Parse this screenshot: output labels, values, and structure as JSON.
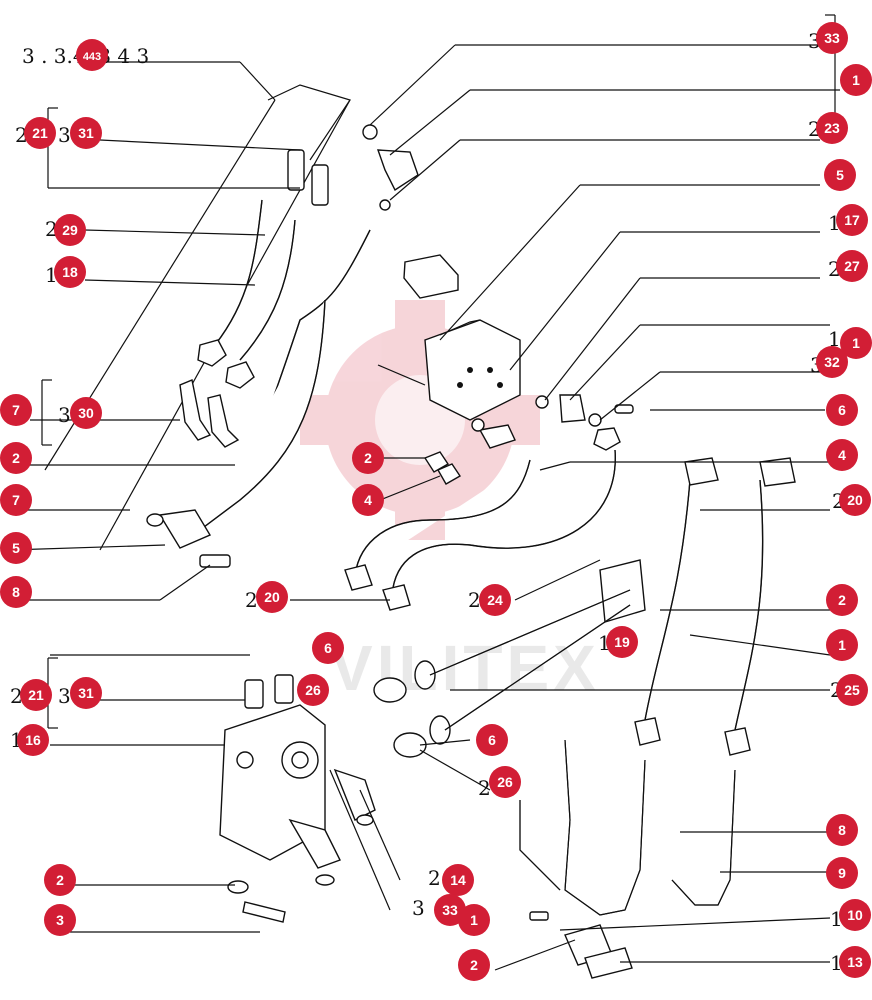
{
  "diagram": {
    "header_text": "3 . 3.443 4 3",
    "watermark_text": "VILITEX",
    "accent_color": "#d21e35",
    "callouts": [
      {
        "id": "c33-top",
        "label": "33"
      },
      {
        "id": "c1-top",
        "label": "1"
      },
      {
        "id": "c23",
        "label": "23"
      },
      {
        "id": "c5",
        "label": "5"
      },
      {
        "id": "c17",
        "label": "17"
      },
      {
        "id": "c27",
        "label": "27"
      },
      {
        "id": "c11",
        "label": "1"
      },
      {
        "id": "c32",
        "label": "32"
      },
      {
        "id": "c6a",
        "label": "6"
      },
      {
        "id": "c4a",
        "label": "4"
      },
      {
        "id": "c20a",
        "label": "20"
      },
      {
        "id": "c2a",
        "label": "2"
      },
      {
        "id": "c1a",
        "label": "1"
      },
      {
        "id": "c25",
        "label": "25"
      },
      {
        "id": "c6c",
        "label": "6"
      },
      {
        "id": "c8",
        "label": "8"
      },
      {
        "id": "c9",
        "label": "9"
      },
      {
        "id": "c10",
        "label": "10"
      },
      {
        "id": "c13",
        "label": "13"
      },
      {
        "id": "c21a",
        "label": "21"
      },
      {
        "id": "c31a",
        "label": "31"
      },
      {
        "id": "c29",
        "label": "29"
      },
      {
        "id": "c18",
        "label": "18"
      },
      {
        "id": "c7a",
        "label": "7"
      },
      {
        "id": "c30",
        "label": "30"
      },
      {
        "id": "c2b",
        "label": "2"
      },
      {
        "id": "c2c",
        "label": "2"
      },
      {
        "id": "c4b",
        "label": "4"
      },
      {
        "id": "c7b",
        "label": "7"
      },
      {
        "id": "c5b",
        "label": "5"
      },
      {
        "id": "c8b",
        "label": "8"
      },
      {
        "id": "c20b",
        "label": "20"
      },
      {
        "id": "c24",
        "label": "24"
      },
      {
        "id": "c19",
        "label": "19"
      },
      {
        "id": "c6b",
        "label": "6"
      },
      {
        "id": "c26a",
        "label": "26"
      },
      {
        "id": "c21b",
        "label": "21"
      },
      {
        "id": "c31b",
        "label": "31"
      },
      {
        "id": "c16",
        "label": "16"
      },
      {
        "id": "c26b",
        "label": "26"
      },
      {
        "id": "c14",
        "label": "14"
      },
      {
        "id": "c33b",
        "label": "33"
      },
      {
        "id": "c1b",
        "label": "1"
      },
      {
        "id": "c2d",
        "label": "2"
      },
      {
        "id": "c3",
        "label": "3"
      },
      {
        "id": "c2e",
        "label": "2"
      },
      {
        "id": "c443",
        "label": "443"
      }
    ]
  }
}
